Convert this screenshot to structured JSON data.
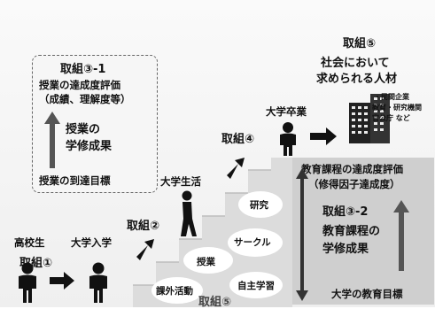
{
  "colors": {
    "panel": "#cfcfcf",
    "stairs": "#dcdcdc",
    "ink": "#111111",
    "muted": "#555555"
  },
  "top": {
    "torikumi5": "取組⑤",
    "society_line1": "社会において",
    "society_line2": "求められる人材",
    "building_label1": "・民間企業",
    "building_label2": "教育・研究機関",
    "building_label3": "官公庁 など"
  },
  "left_box": {
    "title": "取組③-1",
    "heading_line1": "授業の達成度評価",
    "heading_line2": "（成績、理解度等）",
    "outcome_line1": "授業の",
    "outcome_line2": "学修成果",
    "goal": "授業の到達目標"
  },
  "steps": {
    "highschool": "高校生",
    "admission": "大学入学",
    "torikumi1": "取組①",
    "torikumi2": "取組②",
    "campus_life": "大学生活",
    "torikumi4": "取組④",
    "graduation": "大学卒業"
  },
  "clouds": {
    "research": "研究",
    "circle": "サークル",
    "lecture": "授業",
    "extracurricular": "課外活動",
    "self_study": "自主学習",
    "torikumi5_bottom": "取組⑤"
  },
  "right_box": {
    "heading_line1": "教育課程の達成度評価",
    "heading_line2": "（修得因子達成度）",
    "title": "取組③-2",
    "outcome_line1": "教育課程の",
    "outcome_line2": "学修成果",
    "goal": "大学の教育目標"
  }
}
